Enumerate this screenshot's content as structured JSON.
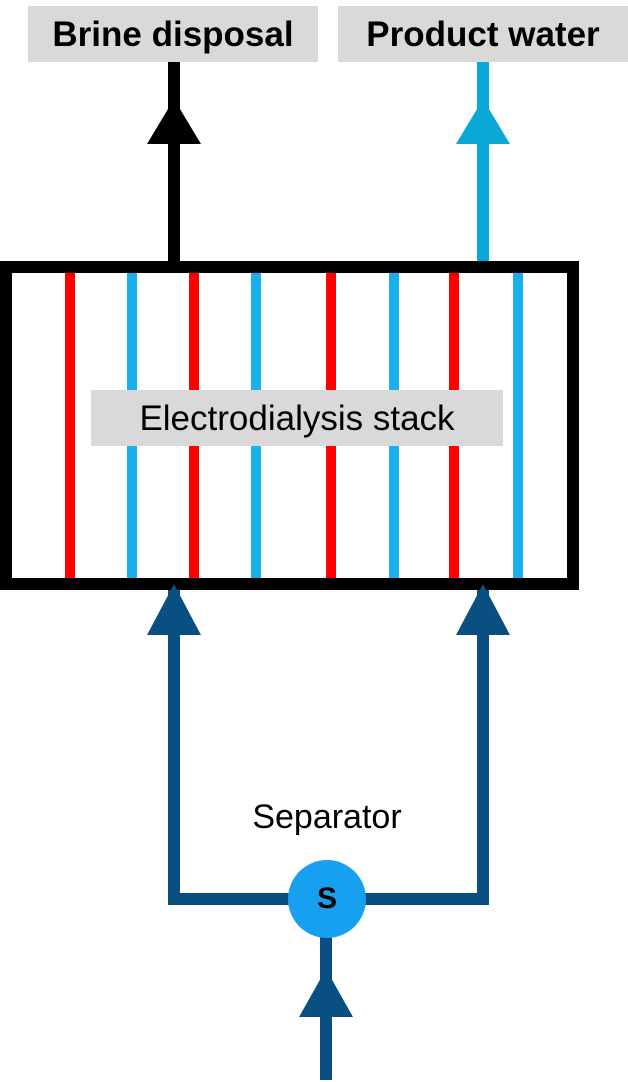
{
  "labels": {
    "brine": "Brine disposal",
    "product": "Product water",
    "stack": "Electrodialysis stack",
    "separator": "Separator",
    "separator_symbol": "S"
  },
  "colors": {
    "brine_line": "#000000",
    "product_line": "#0aa8d6",
    "feed_line": "#0a4f82",
    "cation_membrane": "#ff0000",
    "anion_membrane": "#1ab0ec",
    "separator_fill": "#18a0f0",
    "label_background": "#d9d9d9",
    "stack_outline": "#000000"
  },
  "stack": {
    "membrane_order": [
      "cation",
      "anion",
      "cation",
      "anion",
      "cation",
      "anion",
      "cation",
      "anion"
    ]
  }
}
